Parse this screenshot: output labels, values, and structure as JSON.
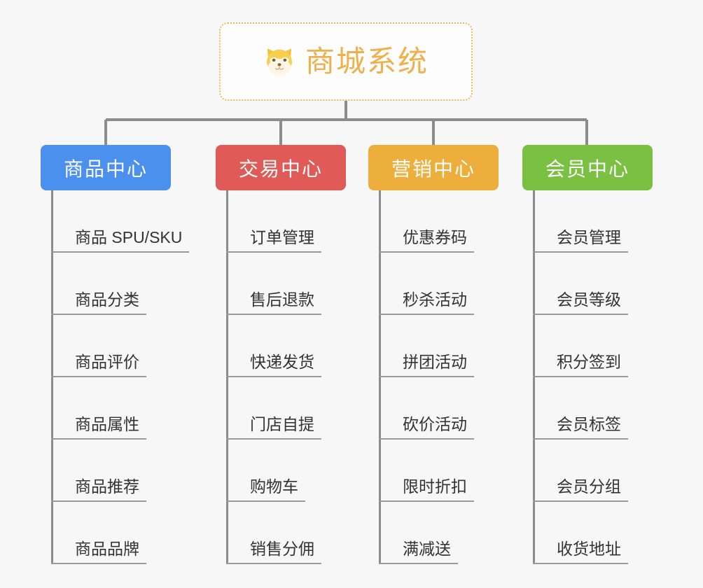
{
  "background_color": "#f7f7f7",
  "root": {
    "title": "商城系统",
    "icon": "dog-face-icon",
    "border_color": "#f0b952",
    "text_color": "#eeb04a"
  },
  "branches": [
    {
      "label": "商品中心",
      "color": "#4a90ec",
      "items": [
        "商品 SPU/SKU",
        "商品分类",
        "商品评价",
        "商品属性",
        "商品推荐",
        "商品品牌"
      ]
    },
    {
      "label": "交易中心",
      "color": "#e05a57",
      "items": [
        "订单管理",
        "售后退款",
        "快递发货",
        "门店自提",
        "购物车",
        "销售分佣"
      ]
    },
    {
      "label": "营销中心",
      "color": "#eeae3c",
      "items": [
        "优惠券码",
        "秒杀活动",
        "拼团活动",
        "砍价活动",
        "限时折扣",
        "满减送"
      ]
    },
    {
      "label": "会员中心",
      "color": "#7ac143",
      "items": [
        "会员管理",
        "会员等级",
        "积分签到",
        "会员标签",
        "会员分组",
        "收货地址"
      ]
    }
  ],
  "connector": {
    "color": "#8c8c8c"
  }
}
